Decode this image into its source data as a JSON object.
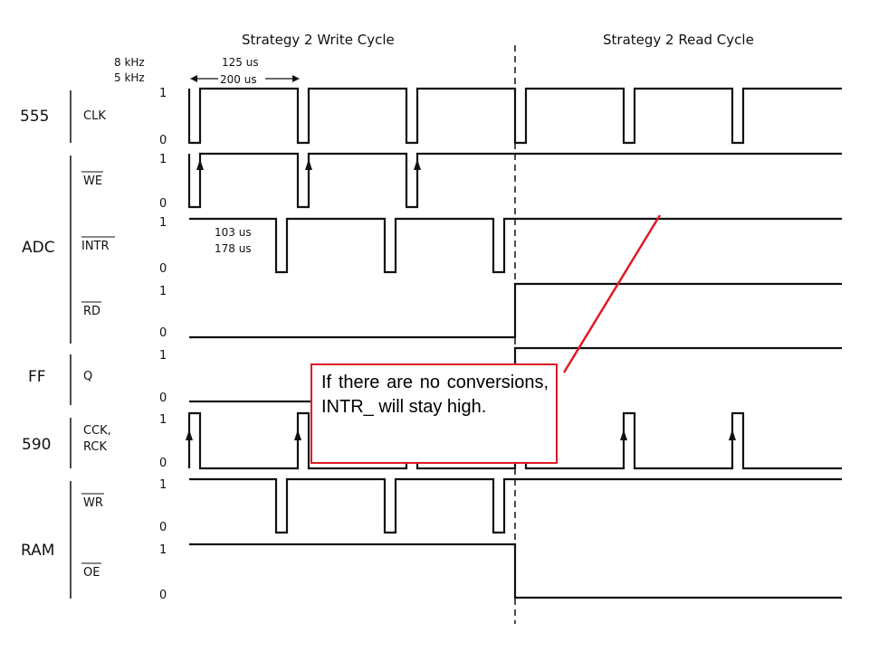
{
  "titles": {
    "write_cycle": "Strategy 2 Write Cycle",
    "read_cycle": "Strategy 2 Read Cycle"
  },
  "annotations": {
    "freq_a": "8 kHz",
    "freq_b": "5 kHz",
    "period_a": "125 us",
    "period_b": "200 us",
    "delay_a": "103 us",
    "delay_b": "178 us"
  },
  "groups": {
    "g555": "555",
    "adc": "ADC",
    "ff": "FF",
    "g590": "590",
    "ram": "RAM"
  },
  "signals": {
    "clk": "CLK",
    "we": "WE",
    "intr": "INTR",
    "rd": "RD",
    "q": "Q",
    "cck": "CCK,",
    "rck": "RCK",
    "wr": "WR",
    "oe": "OE"
  },
  "levels": {
    "high": "1",
    "low": "0"
  },
  "note": {
    "text": "If there are no conversions, INTR_ will stay high."
  },
  "colors": {
    "trace": "#111111",
    "note_border": "#e01b24",
    "pointer_line": "#e01b24"
  }
}
